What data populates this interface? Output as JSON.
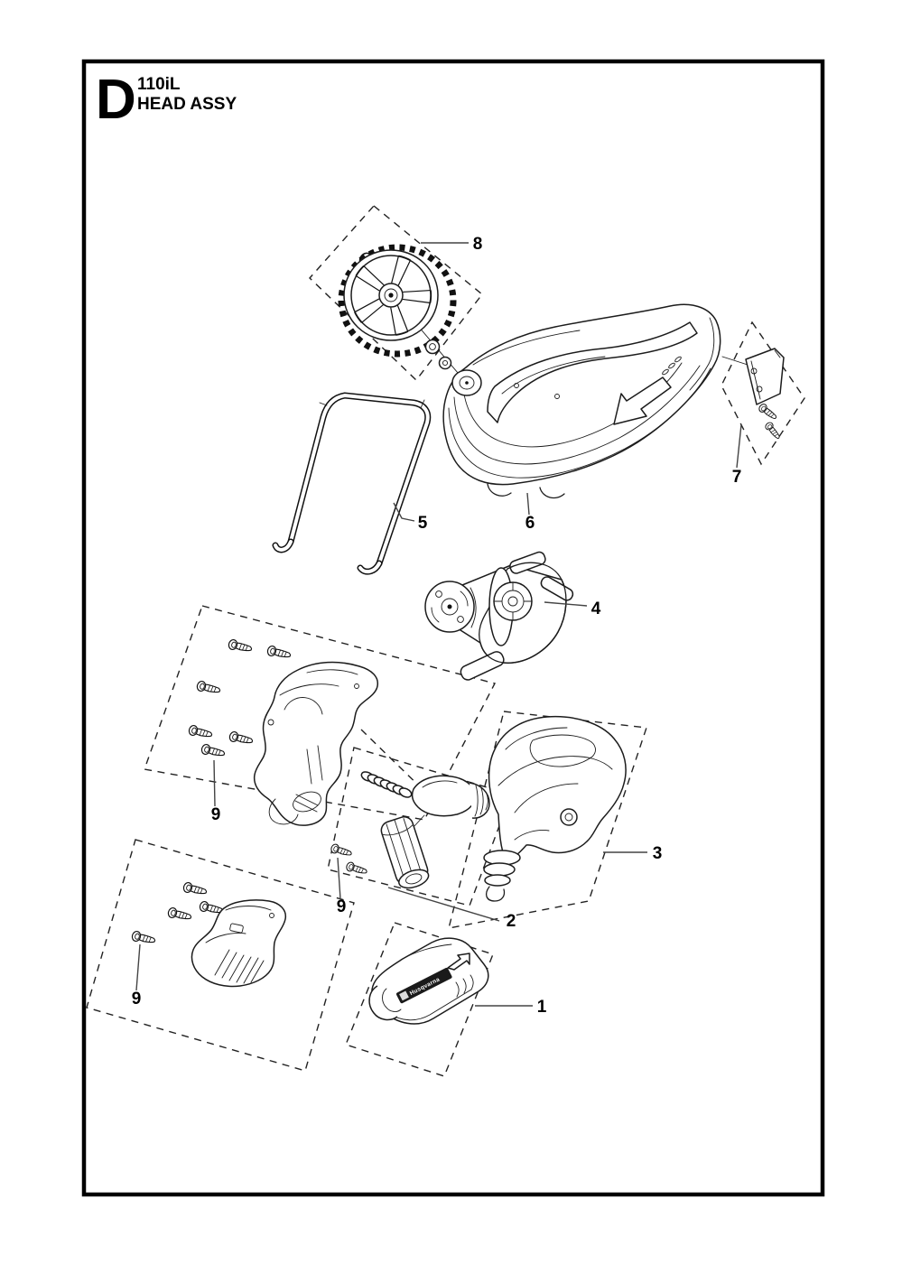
{
  "page": {
    "section_letter": "D",
    "model": "110iL",
    "assembly_title": "HEAD ASSY"
  },
  "diagram": {
    "brand": "Husqvarna",
    "callouts": [
      "8",
      "7",
      "5",
      "6",
      "4",
      "9",
      "3",
      "9",
      "2",
      "9",
      "1"
    ]
  }
}
